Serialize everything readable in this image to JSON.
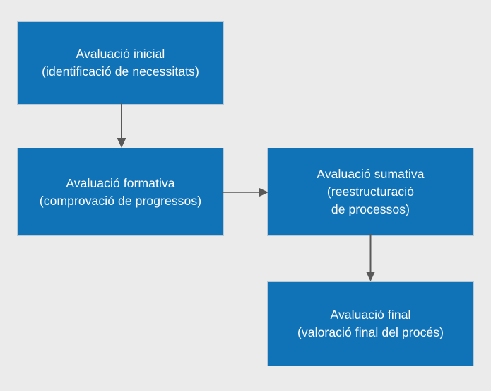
{
  "diagram": {
    "type": "flowchart",
    "background_color": "#ebebeb",
    "node_fill_color": "#1173b7",
    "node_text_color": "#ffffff",
    "edge_color": "#595959",
    "nodes": [
      {
        "id": "initial",
        "label": "Avaluació inicial\n(identificació de necessitats)",
        "line1": "Avaluació inicial",
        "line2": "(identificació de necessitats)"
      },
      {
        "id": "formative",
        "label": "Avaluació formativa\n(comprovació de progressos)",
        "line1": "Avaluació formativa",
        "line2": "(comprovació de progressos)"
      },
      {
        "id": "summative",
        "label": "Avaluació sumativa\n(reestructuració\nde processos)",
        "line1": "Avaluació sumativa",
        "line2": "(reestructuració",
        "line3": "de processos)"
      },
      {
        "id": "final",
        "label": "Avaluació final\n(valoració final del procés)",
        "line1": "Avaluació final",
        "line2": "(valoració final del procés)"
      }
    ],
    "edges": [
      {
        "id": "initial-to-formative",
        "from": "initial",
        "to": "formative",
        "direction": "down"
      },
      {
        "id": "formative-to-summative",
        "from": "formative",
        "to": "summative",
        "direction": "right"
      },
      {
        "id": "summative-to-final",
        "from": "summative",
        "to": "final",
        "direction": "down"
      }
    ]
  }
}
